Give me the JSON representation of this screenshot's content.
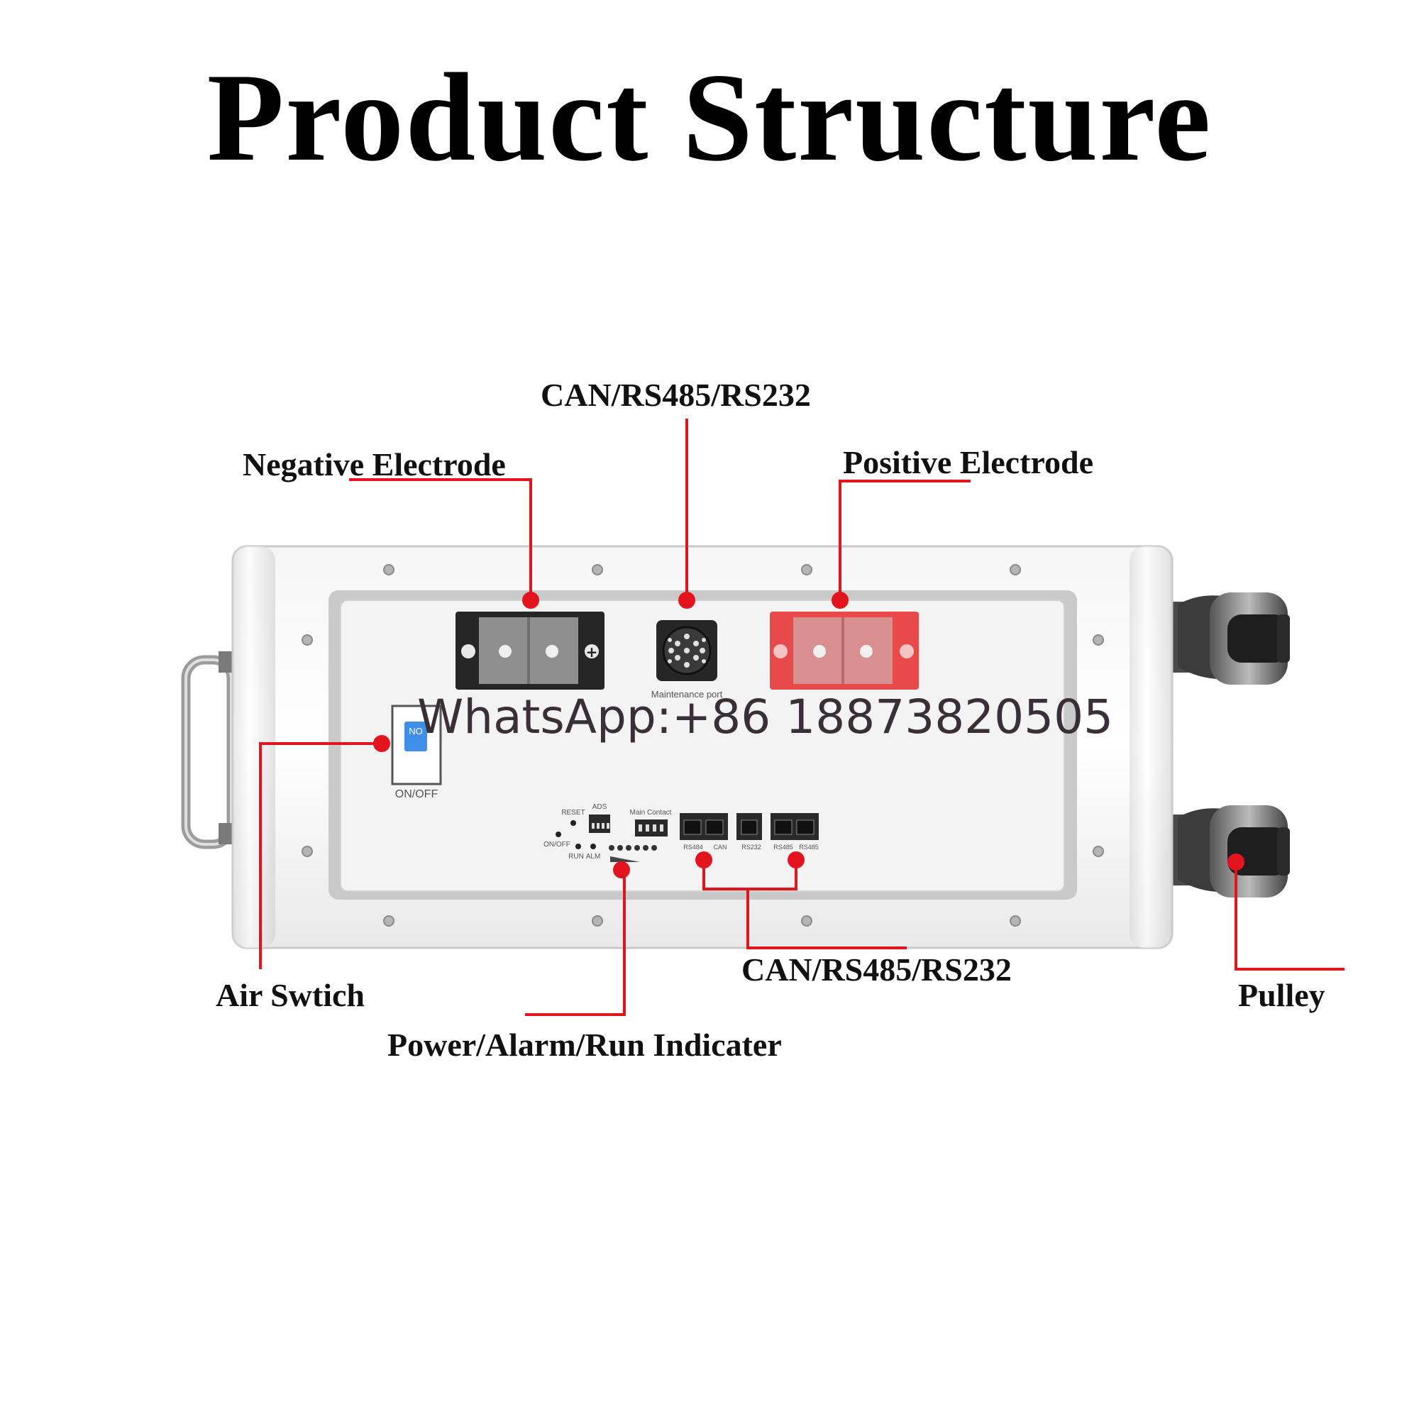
{
  "title": "Product Structure",
  "callouts": {
    "can_top": "CAN/RS485/RS232",
    "negative": "Negative Electrode",
    "positive": "Positive Electrode",
    "air_switch": "Air Swtich",
    "indicator": "Power/Alarm/Run Indicater",
    "can_bottom": "CAN/RS485/RS232",
    "pulley": "Pulley"
  },
  "panel_labels": {
    "maintenance_port": "Maintenance port",
    "switch_state": "NO",
    "switch_label": "ON/OFF",
    "reset": "RESET",
    "ads": "ADS",
    "main_contact": "Main Contact",
    "onoff_small": "ON/OFF",
    "run": "RUN",
    "alm": "ALM",
    "rs484": "RS484",
    "can": "CAN",
    "rs232": "RS232",
    "rs485_a": "RS485",
    "rs485_b": "RS485"
  },
  "watermark": "WhatsApp:+86 18873820505",
  "colors": {
    "leader": "#e3141e",
    "positive_terminal": "#e8494b",
    "negative_terminal": "#262626",
    "switch_blue": "#3f8ee8"
  }
}
